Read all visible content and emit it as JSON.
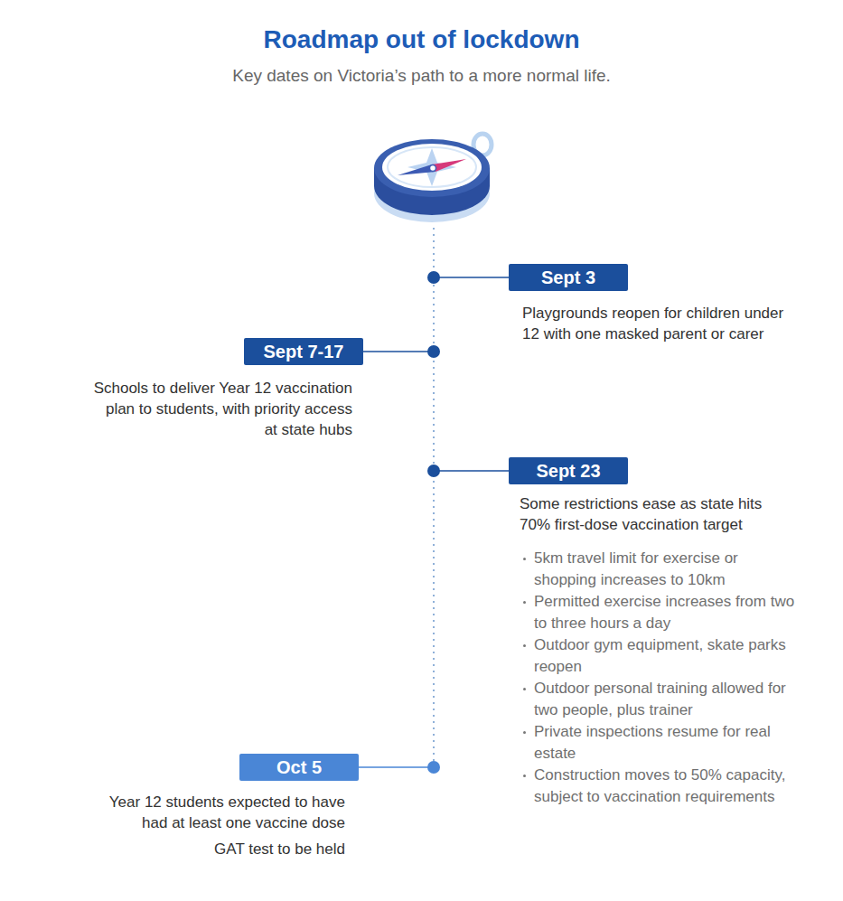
{
  "diagram": {
    "title": "Roadmap out of lockdown",
    "caption": "Key dates on Victoria’s path to a more normal life.",
    "nodes": [
      {
        "text": [
          "Sept 3",
          "Playgrounds reopen for children under 12 with one masked parent or carer"
        ]
      },
      {
        "text": [
          "Sept 7-17",
          "Schools to deliver Year 12 vaccination plan to students, with priority access at state hubs"
        ]
      },
      {
        "text": [
          "Sept 23",
          "Some restrictions ease as state hits 70% first-dose vaccination target",
          "5km travel limit for exercise or shopping increases to 10km",
          "Permitted exercise increases from two to three hours a day",
          "Outdoor gym equipment, skate parks reopen",
          "Outdoor personal training allowed for two people, plus trainer",
          "Private inspections resume for real estate",
          "Construction moves to 50% capacity, subject to vaccination requirements"
        ]
      },
      {
        "text": [
          "Oct 5",
          "Year 12 students expected to have had at least one vaccine dose",
          "GAT test to be held"
        ]
      }
    ]
  }
}
